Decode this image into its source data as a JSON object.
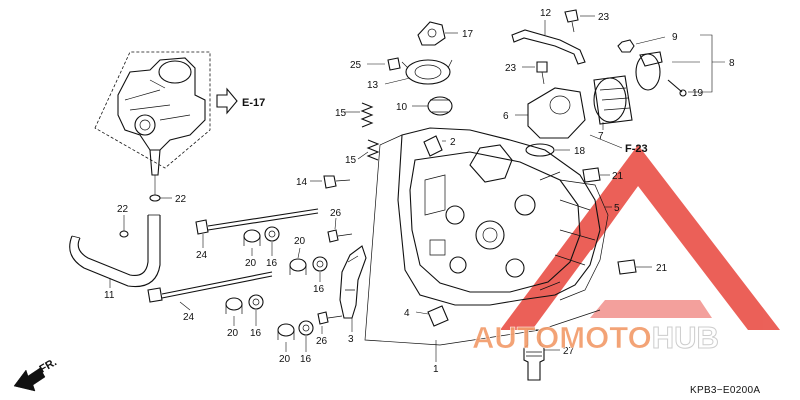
{
  "diagram": {
    "drawing_code": "KPB3−E0200A",
    "front_indicator": "FR.",
    "refs": [
      {
        "id": "e17",
        "text": "E-17"
      },
      {
        "id": "f23",
        "text": "F-23"
      }
    ],
    "callouts": [
      {
        "id": "c17",
        "text": "17"
      },
      {
        "id": "c12",
        "text": "12"
      },
      {
        "id": "c23a",
        "text": "23"
      },
      {
        "id": "c9",
        "text": "9"
      },
      {
        "id": "c8",
        "text": "8"
      },
      {
        "id": "c19",
        "text": "19"
      },
      {
        "id": "c25",
        "text": "25"
      },
      {
        "id": "c13",
        "text": "13"
      },
      {
        "id": "c23b",
        "text": "23"
      },
      {
        "id": "c10",
        "text": "10"
      },
      {
        "id": "c15a",
        "text": "15"
      },
      {
        "id": "c6",
        "text": "6"
      },
      {
        "id": "c7",
        "text": "7"
      },
      {
        "id": "c2",
        "text": "2"
      },
      {
        "id": "c18",
        "text": "18"
      },
      {
        "id": "c15b",
        "text": "15"
      },
      {
        "id": "c21a",
        "text": "21"
      },
      {
        "id": "c14",
        "text": "14"
      },
      {
        "id": "c5",
        "text": "5"
      },
      {
        "id": "c22a",
        "text": "22"
      },
      {
        "id": "c22b",
        "text": "22"
      },
      {
        "id": "c26a",
        "text": "26"
      },
      {
        "id": "c20a",
        "text": "20"
      },
      {
        "id": "c16a",
        "text": "16"
      },
      {
        "id": "c24a",
        "text": "24"
      },
      {
        "id": "c20b",
        "text": "20"
      },
      {
        "id": "c16b",
        "text": "16"
      },
      {
        "id": "c21b",
        "text": "21"
      },
      {
        "id": "c11",
        "text": "11"
      },
      {
        "id": "c24b",
        "text": "24"
      },
      {
        "id": "c4",
        "text": "4"
      },
      {
        "id": "c3",
        "text": "3"
      },
      {
        "id": "c20c",
        "text": "20"
      },
      {
        "id": "c16c",
        "text": "16"
      },
      {
        "id": "c26b",
        "text": "26"
      },
      {
        "id": "c20d",
        "text": "20"
      },
      {
        "id": "c16d",
        "text": "16"
      },
      {
        "id": "c1",
        "text": "1"
      },
      {
        "id": "c27",
        "text": "27"
      }
    ]
  },
  "watermark": {
    "part1": "AUTOMOTO",
    "part2": "HUB",
    "colors": {
      "primary": "#f39c6b",
      "secondary": "#ffffff",
      "triangle": "#e8453c"
    }
  }
}
